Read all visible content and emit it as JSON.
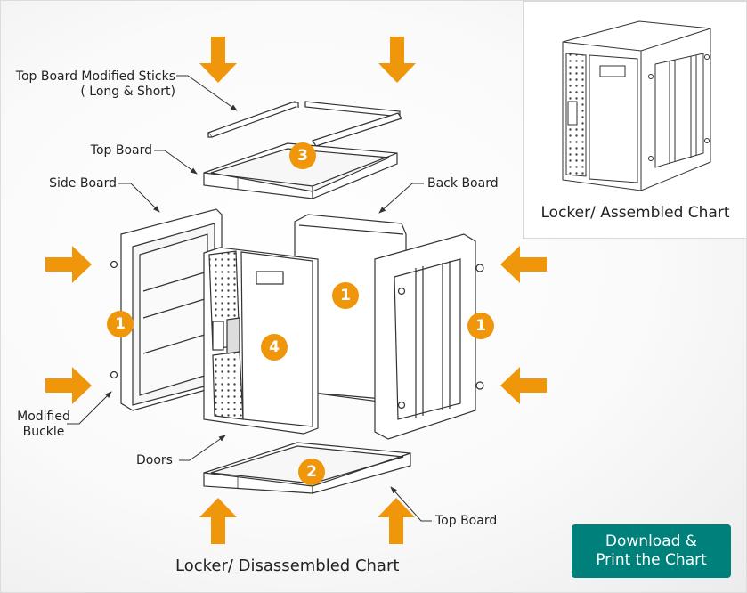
{
  "title": "Locker/ Disassembled Chart",
  "inset": {
    "caption": "Locker/ Assembled Chart"
  },
  "download_button": {
    "line1": "Download &",
    "line2": "Print the Chart"
  },
  "colors": {
    "accent_orange": "#f0960a",
    "button_teal": "#00807a",
    "line": "#333333"
  },
  "labels": {
    "top_sticks_line1": "Top Board Modified Sticks",
    "top_sticks_line2": "( Long & Short)",
    "top_board_upper": "Top Board",
    "side_board": "Side Board",
    "back_board": "Back Board",
    "modified_buckle_line1": "Modified",
    "modified_buckle_line2": "Buckle",
    "doors": "Doors",
    "top_board_lower": "Top Board"
  },
  "badges": {
    "top_board": "3",
    "side_left": "1",
    "back": "1",
    "side_right": "1",
    "door": "4",
    "bottom_board": "2"
  },
  "icons": {
    "arrow": "orange-assembly-arrow"
  }
}
